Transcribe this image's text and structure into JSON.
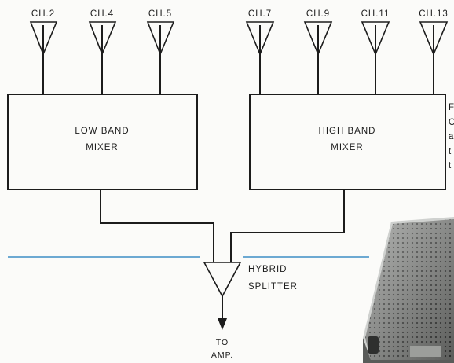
{
  "low_band": {
    "channels": [
      "CH.2",
      "CH.4",
      "CH.5"
    ],
    "mixer_line1": "LOW BAND",
    "mixer_line2": "MIXER"
  },
  "high_band": {
    "channels": [
      "CH.7",
      "CH.9",
      "CH.11",
      "CH.13"
    ],
    "mixer_line1": "HIGH BAND",
    "mixer_line2": "MIXER"
  },
  "splitter": {
    "line1": "HYBRID",
    "line2": "SPLITTER"
  },
  "output": {
    "line1": "TO",
    "line2": "AMP."
  },
  "cropped_text": [
    "F",
    "C",
    "a",
    "t",
    "t"
  ],
  "colors": {
    "ink": "#1c1c1c",
    "rule": "#3d8ec5",
    "paper": "#fbfbf9"
  },
  "photo": {
    "subject": "perforated-metal-chassis-icon"
  }
}
